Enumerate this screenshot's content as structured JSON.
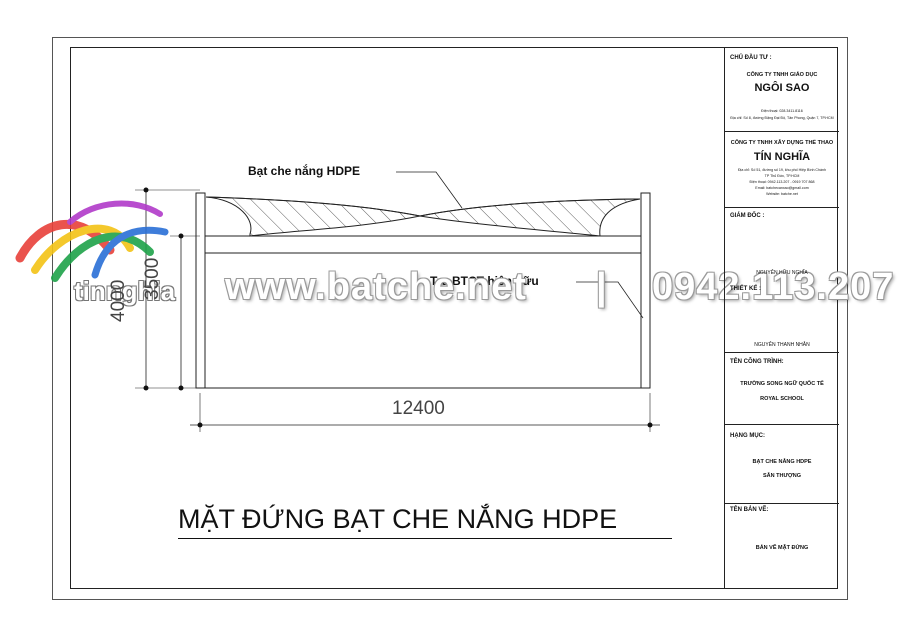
{
  "drawing": {
    "title": "MẶT ĐỨNG BẠT CHE NẮNG HDPE",
    "label_canopy": "Bạt che nắng HDPE",
    "label_column": "Trụ BTCT hiện hữu",
    "dim_width": "12400",
    "dim_height_inner": "3500",
    "dim_height_outer": "4000"
  },
  "watermark": {
    "site": "www.batche.net",
    "separator": "|",
    "phone": "0942.113.207",
    "logo_text": "tinnghia"
  },
  "title_block": {
    "owner_heading": "CHỦ ĐẦU TƯ :",
    "owner_line1": "CÔNG TY TNHH GIÁO DỤC",
    "owner_line2": "NGÔI SAO",
    "owner_phone": "Điện thoại: 028.3411.8116",
    "owner_address": "Địa chỉ: Số 8, đường Đặng Đại Độ, Tân Phong, Quận 7, TP.HCM",
    "contractor_line1": "CÔNG TY TNHH XÂY DỰNG THỂ THAO",
    "contractor_line2": "TÍN NGHĨA",
    "contractor_address": "Địa chỉ: Số 51, đường số 19, khu phố Hiệp Bình Chánh",
    "contractor_city": "TP Thủ Đức, TP.HCM",
    "contractor_phone": "Điện thoại: 0942.113.207 - 0919 707 868",
    "contractor_email": "Email: batchecanxao@gmail.com",
    "contractor_website": "Website: batche.net",
    "director_heading": "GIÁM ĐỐC :",
    "director_name": "NGUYỄN HỮU NGHĨA",
    "designer_heading": "THIẾT KẾ :",
    "designer_name": "NGUYỄN THANH NHÂN",
    "project_heading": "TÊN CÔNG TRÌNH:",
    "project_line1": "TRƯỜNG SONG NGỮ QUỐC TẾ",
    "project_line2": "ROYAL SCHOOL",
    "item_heading": "HẠNG MỤC:",
    "item_line1": "BẠT CHE NẮNG HDPE",
    "item_line2": "SÂN THƯỢNG",
    "sheet_heading": "TÊN BẢN VẼ:",
    "sheet_name": "BẢN VẼ MẶT ĐỨNG"
  }
}
